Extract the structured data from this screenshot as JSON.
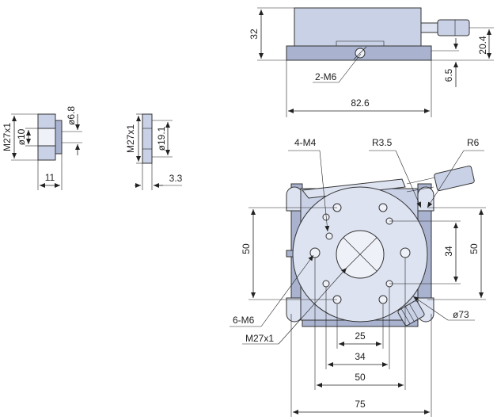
{
  "side_view": {
    "height_label": "32",
    "width_label": "82.6",
    "hole_label": "2-M6",
    "knob_height_label": "20.4",
    "base_height_label": "6.5"
  },
  "adapter_1": {
    "thread_label": "M27x1",
    "bore_label": "ø10",
    "hole_label": "ø6.8",
    "length_label": "11"
  },
  "adapter_2": {
    "thread_label": "M27x1",
    "bore_label": "ø19.1",
    "thickness_label": "3.3"
  },
  "top_view": {
    "holes_m4_label": "4-M4",
    "radius1_label": "R3.5",
    "radius2_label": "R6",
    "left_height_label": "50",
    "inner_height_label": "34",
    "right_height_label": "50",
    "holes_m6_label": "6-M6",
    "thread_label": "M27x1",
    "diameter_label": "ø73",
    "dim_25": "25",
    "dim_34": "34",
    "dim_50": "50",
    "dim_75": "75"
  }
}
